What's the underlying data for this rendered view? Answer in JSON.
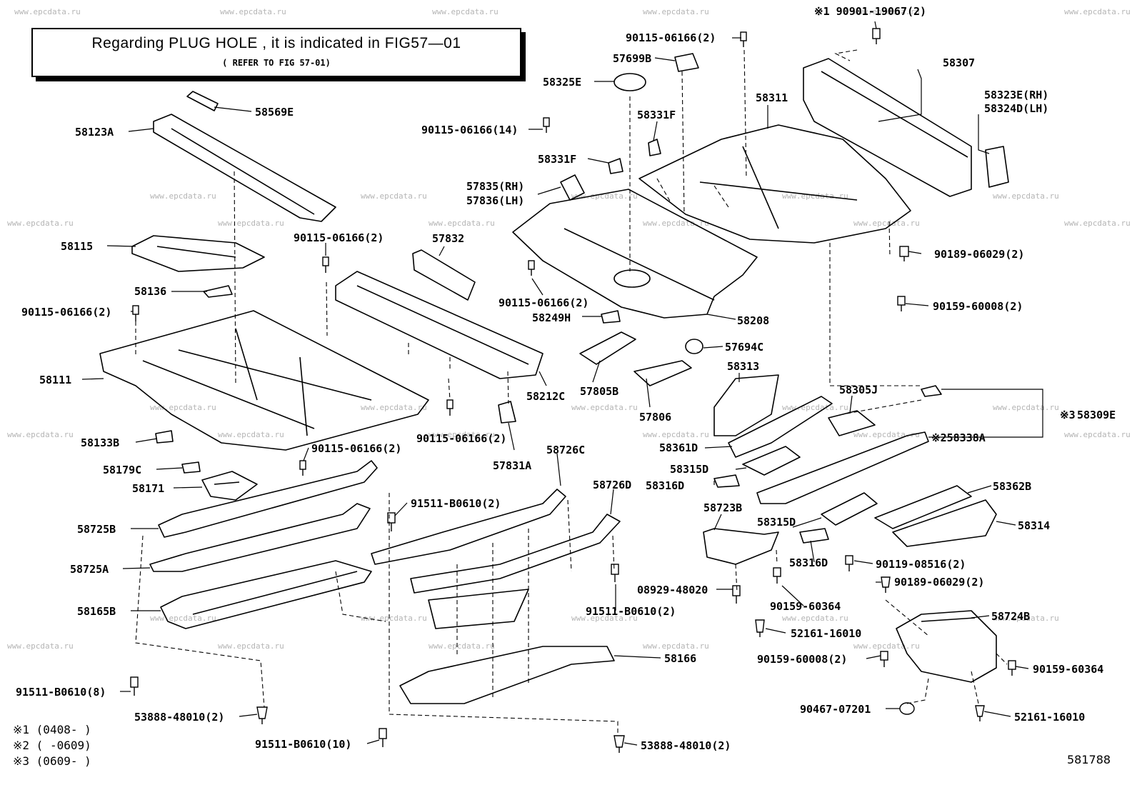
{
  "notice": {
    "line1": "Regarding PLUG HOLE , it is indicated in FIG57—01",
    "line2": "( REFER TO FIG 57-01)"
  },
  "watermark": "www.epcdata.ru",
  "figure_number": "581788",
  "footnotes": [
    "※1 (0408-     )",
    "※2 (     -0609)",
    "※3 (0609-     )"
  ],
  "parts": [
    {
      "id": "p1",
      "label": "※1 90901-19067(2)"
    },
    {
      "id": "p2",
      "label": "90115-06166(2)"
    },
    {
      "id": "p3",
      "label": "57699B"
    },
    {
      "id": "p4",
      "label": "58325E"
    },
    {
      "id": "p5",
      "label": "58307"
    },
    {
      "id": "p6",
      "label": "58323E(RH)"
    },
    {
      "id": "p7",
      "label": "58324D(LH)"
    },
    {
      "id": "p8",
      "label": "58311"
    },
    {
      "id": "p9",
      "label": "58569E"
    },
    {
      "id": "p10",
      "label": "58331F"
    },
    {
      "id": "p11",
      "label": "58123A"
    },
    {
      "id": "p12",
      "label": "90115-06166(14)"
    },
    {
      "id": "p13",
      "label": "58331F"
    },
    {
      "id": "p14",
      "label": "57835(RH)"
    },
    {
      "id": "p15",
      "label": "57836(LH)"
    },
    {
      "id": "p16",
      "label": "90115-06166(2)"
    },
    {
      "id": "p17",
      "label": "57832"
    },
    {
      "id": "p18",
      "label": "58115"
    },
    {
      "id": "p19",
      "label": "90189-06029(2)"
    },
    {
      "id": "p20",
      "label": "58136"
    },
    {
      "id": "p21",
      "label": "90115-06166(2)"
    },
    {
      "id": "p22",
      "label": "90159-60008(2)"
    },
    {
      "id": "p23",
      "label": "90115-06166(2)"
    },
    {
      "id": "p24",
      "label": "58249H"
    },
    {
      "id": "p25",
      "label": "58208"
    },
    {
      "id": "p26",
      "label": "57694C"
    },
    {
      "id": "p27",
      "label": "58111"
    },
    {
      "id": "p28",
      "label": "58313"
    },
    {
      "id": "p29",
      "label": "58212C"
    },
    {
      "id": "p30",
      "label": "57805B"
    },
    {
      "id": "p31",
      "label": "58305J"
    },
    {
      "id": "p32",
      "label": "57806"
    },
    {
      "id": "p33",
      "label": "※3"
    },
    {
      "id": "p34",
      "label": "58309E"
    },
    {
      "id": "p35",
      "label": "90115-06166(2)"
    },
    {
      "id": "p36",
      "label": "58133B"
    },
    {
      "id": "p37",
      "label": "58361D"
    },
    {
      "id": "p38",
      "label": "※258338A"
    },
    {
      "id": "p39",
      "label": "90115-06166(2)"
    },
    {
      "id": "p40",
      "label": "57831A"
    },
    {
      "id": "p41",
      "label": "58726C"
    },
    {
      "id": "p42",
      "label": "58179C"
    },
    {
      "id": "p43",
      "label": "58315D"
    },
    {
      "id": "p44",
      "label": "58726D"
    },
    {
      "id": "p45",
      "label": "58316D"
    },
    {
      "id": "p46",
      "label": "58171"
    },
    {
      "id": "p47",
      "label": "58362B"
    },
    {
      "id": "p48",
      "label": "91511-B0610(2)"
    },
    {
      "id": "p49",
      "label": "58723B"
    },
    {
      "id": "p50",
      "label": "58725B"
    },
    {
      "id": "p51",
      "label": "58315D"
    },
    {
      "id": "p52",
      "label": "58314"
    },
    {
      "id": "p53",
      "label": "58725A"
    },
    {
      "id": "p54",
      "label": "58316D"
    },
    {
      "id": "p55",
      "label": "90119-08516(2)"
    },
    {
      "id": "p56",
      "label": "08929-48020"
    },
    {
      "id": "p57",
      "label": "90189-06029(2)"
    },
    {
      "id": "p58",
      "label": "90159-60364"
    },
    {
      "id": "p59",
      "label": "58165B"
    },
    {
      "id": "p60",
      "label": "91511-B0610(2)"
    },
    {
      "id": "p61",
      "label": "58724B"
    },
    {
      "id": "p62",
      "label": "52161-16010"
    },
    {
      "id": "p63",
      "label": "58166"
    },
    {
      "id": "p64",
      "label": "90159-60008(2)"
    },
    {
      "id": "p65",
      "label": "90159-60364"
    },
    {
      "id": "p66",
      "label": "91511-B0610(8)"
    },
    {
      "id": "p67",
      "label": "90467-07201"
    },
    {
      "id": "p68",
      "label": "53888-48010(2)"
    },
    {
      "id": "p69",
      "label": "52161-16010"
    },
    {
      "id": "p70",
      "label": "91511-B0610(10)"
    },
    {
      "id": "p71",
      "label": "53888-48010(2)"
    }
  ]
}
